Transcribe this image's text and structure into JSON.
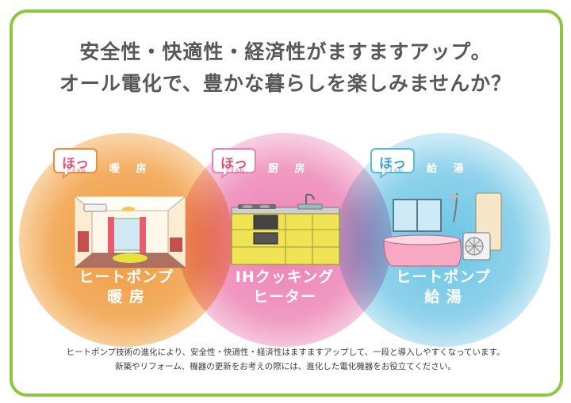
{
  "headline": {
    "line1": "安全性・快適性・経済性がますますアップ。",
    "line2": "オール電化で、豊かな暮らしを楽しみませんか？"
  },
  "badge": {
    "main": "ほっ",
    "sub": "とするね"
  },
  "circles": [
    {
      "category": "暖 房",
      "feature_line1": "ヒートポンプ",
      "feature_line2": "暖 房",
      "color": "#f3a24c"
    },
    {
      "category": "厨 房",
      "feature_line1": "IHクッキング",
      "feature_line2": "ヒーター",
      "color": "#ef8fbd"
    },
    {
      "category": "給 湯",
      "feature_line1": "ヒートポンプ",
      "feature_line2": "給 湯",
      "color": "#7ccbe6"
    }
  ],
  "footer": {
    "line1": "ヒートポンプ技術の進化により、安全性・快適性・経済性はますますアップして、一段と導入しやすくなっています。",
    "line2": "新築やリフォーム、機器の更新をお考えの際には、進化した電化機器をお役立てください。"
  },
  "colors": {
    "frame": "#8dc63f",
    "headline": "#595757",
    "badge": "#e94e77"
  }
}
